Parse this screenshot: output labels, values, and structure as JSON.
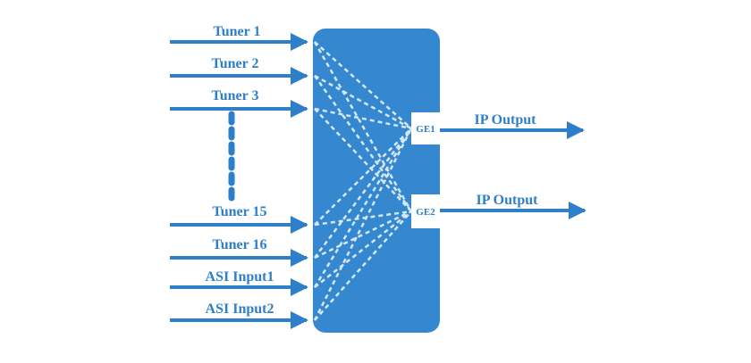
{
  "diagram": {
    "inputs": [
      {
        "label": "Tuner  1",
        "id": "tuner-1"
      },
      {
        "label": "Tuner  2",
        "id": "tuner-2"
      },
      {
        "label": "Tuner  3",
        "id": "tuner-3"
      },
      {
        "label": "Tuner  15",
        "id": "tuner-15"
      },
      {
        "label": "Tuner  16",
        "id": "tuner-16"
      },
      {
        "label": "ASI Input1",
        "id": "asi-input-1"
      },
      {
        "label": "ASI Input2",
        "id": "asi-input-2"
      }
    ],
    "ports": [
      {
        "label": "GE1",
        "id": "ge1"
      },
      {
        "label": "GE2",
        "id": "ge2"
      }
    ],
    "outputs": [
      {
        "label": "IP Output",
        "id": "ip-output-1"
      },
      {
        "label": "IP Output",
        "id": "ip-output-2"
      }
    ],
    "colors": {
      "accent": "#2e7fc9",
      "box": "#3588cf",
      "dashed": "#cfe3f5",
      "port_bg": "#ffffff"
    }
  }
}
